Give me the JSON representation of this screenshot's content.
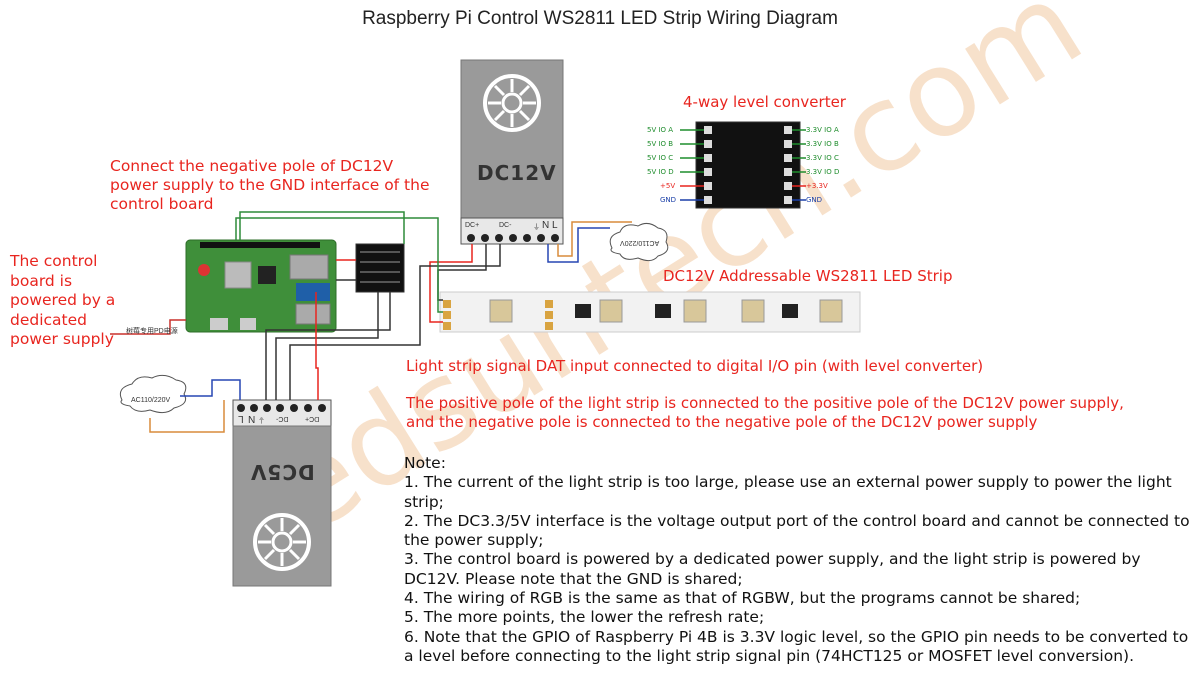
{
  "title": "Raspberry Pi Control WS2811 LED Strip Wiring Diagram",
  "watermark": "ledsuntech.com",
  "annotations": {
    "gnd_note": [
      "Connect the negative pole of DC12V",
      "power supply to the GND interface of the",
      "control board"
    ],
    "control_board_power": [
      "The control",
      "board is",
      "powered by a",
      "dedicated",
      "power supply"
    ],
    "level_converter": "4-way level converter",
    "led_strip": "DC12V Addressable WS2811 LED Strip",
    "signal_note": "Light strip signal DAT input connected to digital I/O pin (with level converter)",
    "pole_note": [
      "The positive pole of the light strip is connected to the positive pole of the DC12V power supply,",
      "and the negative pole is connected to the negative pole of the DC12V power supply"
    ]
  },
  "psu_12v": {
    "label": "DC12V",
    "terminals": [
      "DC+",
      "DC-",
      "⏚",
      "N",
      "L"
    ]
  },
  "psu_5v": {
    "label": "DC5V",
    "terminals": [
      "DC+",
      "DC-",
      "⏚",
      "N",
      "L"
    ]
  },
  "ac_12v": "AC110/220V",
  "ac_5v": "AC110/220V",
  "pi_power_label": "树莓专用PD电源",
  "level_converter_labels": {
    "left": [
      "5V IO A",
      "5V IO B",
      "5V IO C",
      "5V IO D",
      "+5V",
      "GND"
    ],
    "right": [
      "3.3V IO A",
      "3.3V IO B",
      "3.3V IO C",
      "3.3V IO D",
      "+3.3V",
      "GND"
    ]
  },
  "notes": {
    "heading": "Note:",
    "lines": [
      "1. The current of the light strip is too large, please use an external power supply to power the light",
      "strip;",
      "2. The DC3.3/5V interface is the voltage output port of the control board and cannot be connected to",
      "the power supply;",
      "3. The control board is powered by a dedicated power supply, and the light strip is powered by",
      "DC12V. Please note that the GND is shared;",
      "4. The wiring of RGB is the same as that of RGBW, but the programs cannot be shared;",
      "5. The more points, the lower the refresh rate;",
      "6. Note that the GPIO of Raspberry Pi 4B is 3.3V logic level, so the GPIO pin needs to be converted to",
      "a level before connecting to the light strip signal pin (74HCT125 or MOSFET level conversion)."
    ]
  },
  "colors": {
    "annotation": "#e8251f",
    "psu_body": "#9a9a9a",
    "board": "#3f8f3a",
    "signal_wire": "#2e8b3a"
  }
}
